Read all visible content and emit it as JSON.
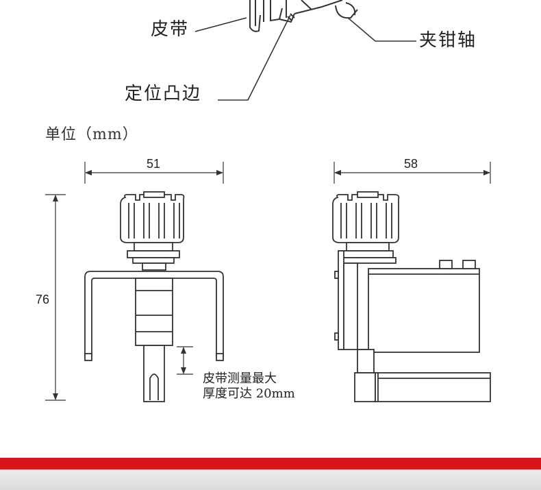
{
  "callouts": {
    "belt": "皮带",
    "clamp_shaft": "夹钳轴",
    "locating_flange": "定位凸边"
  },
  "unit_label": "单位（mm）",
  "dimensions": {
    "front_width": "51",
    "side_width": "58",
    "height": "76"
  },
  "note": {
    "line1": "皮带测量最大",
    "line2": "厚度可达 20mm"
  },
  "colors": {
    "stroke": "#333333",
    "accent_band": "#d7151b"
  }
}
